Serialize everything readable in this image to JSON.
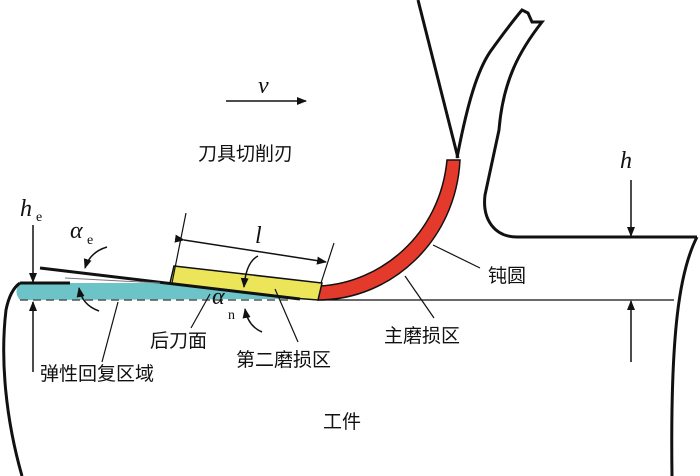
{
  "labels": {
    "velocity": "v",
    "tool_edge": "刀具切削刃",
    "chip_thickness": "h",
    "elastic_height": "h",
    "elastic_height_sub": "e",
    "alpha_e": "α",
    "alpha_e_sub": "e",
    "alpha_n": "α",
    "alpha_n_sub": "n",
    "wear_length": "l",
    "blunt_round": "钝圆",
    "main_wear_zone": "主磨损区",
    "flank_face": "后刀面",
    "second_wear_zone": "第二磨损区",
    "elastic_recovery_zone": "弹性回复区域",
    "workpiece": "工件"
  },
  "colors": {
    "main_wear": "#e43a2c",
    "second_wear": "#ece55a",
    "elastic_zone": "#6cc3c8"
  }
}
